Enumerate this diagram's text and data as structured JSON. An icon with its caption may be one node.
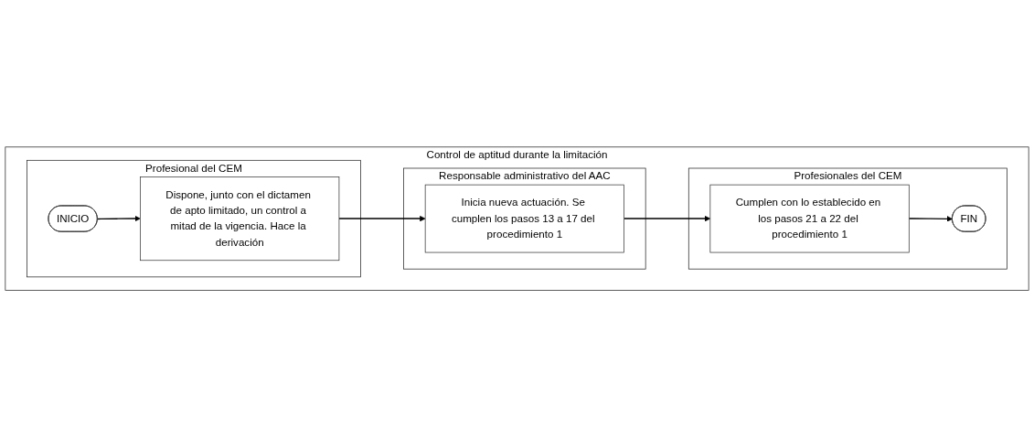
{
  "diagram": {
    "nodes": [
      {
        "text": [
          "Control de aptitud durante la limitación"
        ]
      },
      {
        "text": [
          "Profesional del CEM"
        ],
        "in": 0
      },
      {
        "text": [
          "Responsable administrativo del AAC"
        ],
        "in": 0
      },
      {
        "text": [
          "Profesionales del CEM"
        ],
        "in": 0
      },
      {
        "text": [
          "INICIO"
        ],
        "in": 1
      },
      {
        "text": [
          "Dispone, junto con el dictamen de apto limitado, un control a mitad de la vigencia. Hace la derivación"
        ],
        "in": 1
      },
      {
        "text": [
          "Inicia nueva actuación. Se cumplen los pasos 13 a 17 del procedimiento 1"
        ],
        "in": 2
      },
      {
        "text": [
          "Cumplen con lo establecido en los pasos 21 a 22 del procedimiento 1"
        ],
        "in": 3
      },
      {
        "text": [
          "FIN"
        ],
        "in": 3
      }
    ],
    "edges": [
      {
        "from": 4,
        "to": 5,
        "arrow": "to"
      },
      {
        "from": 5,
        "to": 6,
        "arrow": "to"
      },
      {
        "from": 6,
        "to": 7,
        "arrow": "to"
      },
      {
        "from": 7,
        "to": 8,
        "arrow": "to"
      }
    ]
  }
}
